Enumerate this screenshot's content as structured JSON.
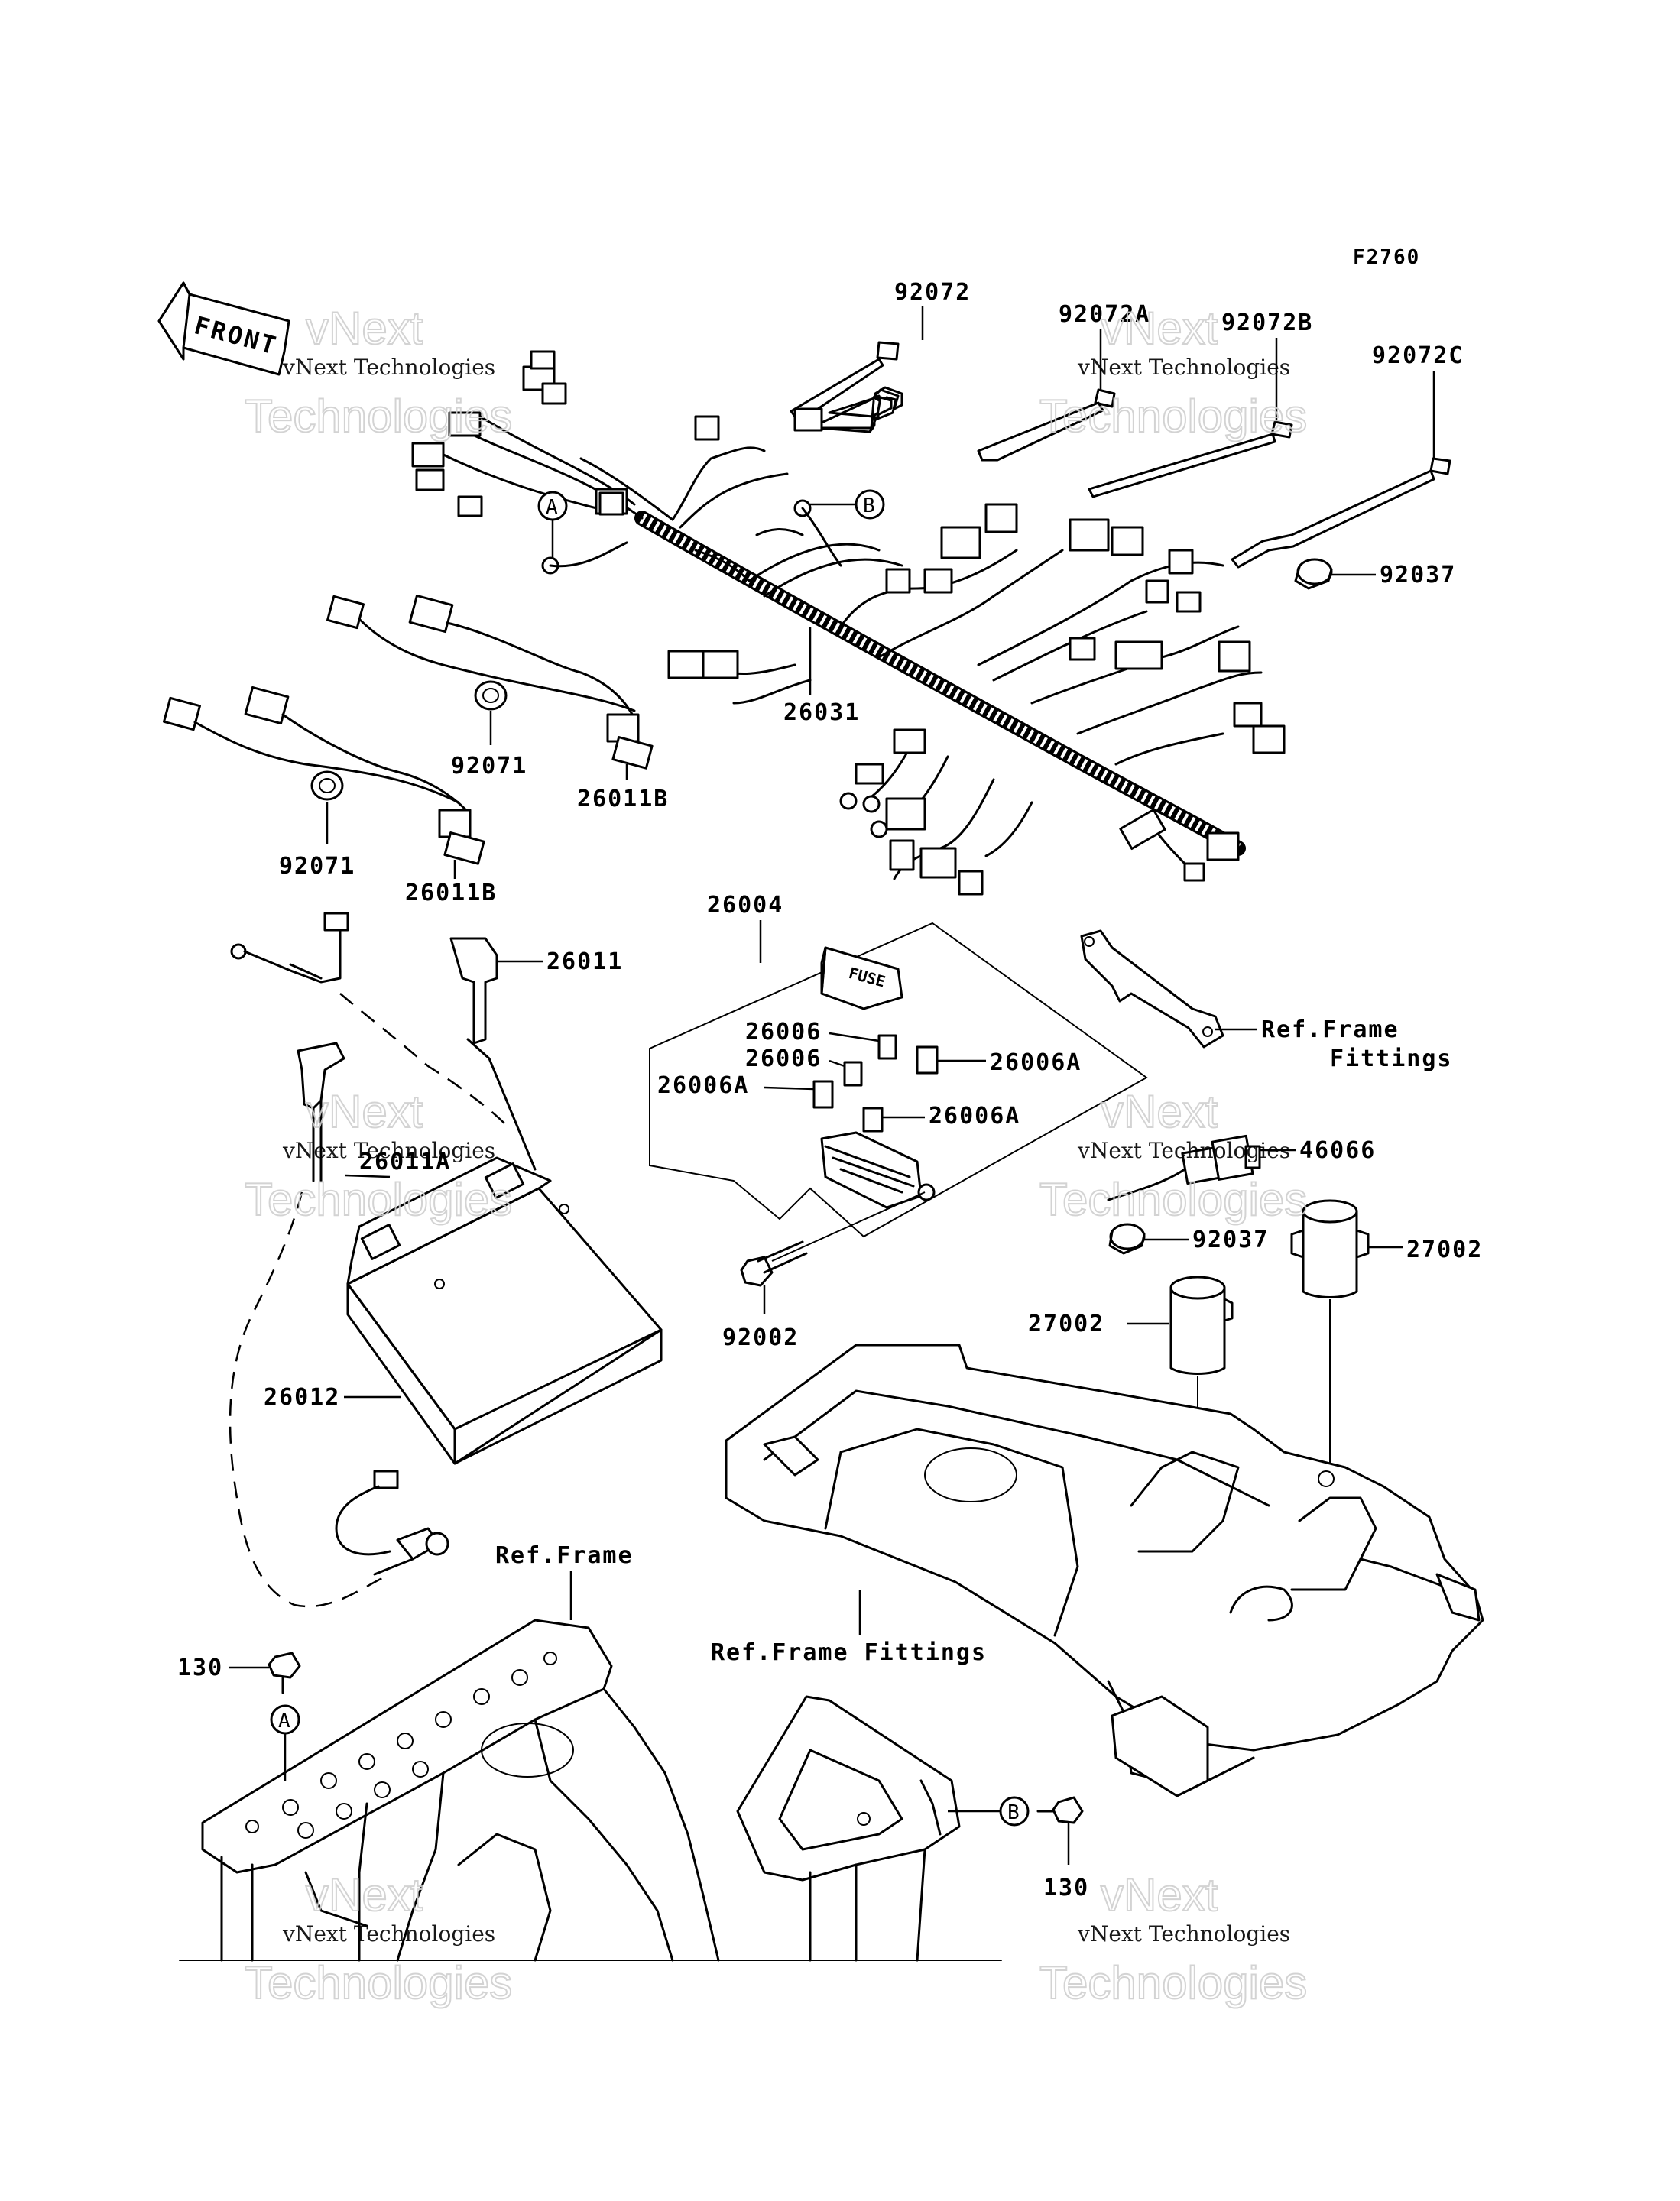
{
  "figure_code": "F2760",
  "front_arrow_label": "FRONT",
  "callouts": {
    "A": "A",
    "B": "B"
  },
  "labels": {
    "p92072": "92072",
    "p92072A": "92072A",
    "p92072B": "92072B",
    "p92072C": "92072C",
    "p92037_top": "92037",
    "p26031": "26031",
    "p92071_a": "92071",
    "p26011B_a": "26011B",
    "p92071_b": "92071",
    "p26011B_b": "26011B",
    "p26004": "26004",
    "p26011": "26011",
    "p26006_a": "26006",
    "p26006_b": "26006",
    "p26006A_a": "26006A",
    "p26006A_b": "26006A",
    "p26006A_c": "26006A",
    "ref_frame_fittings_1": "Ref.Frame",
    "ref_frame_fittings_2": "Fittings",
    "p46066": "46066",
    "p92037_mid": "92037",
    "p27002_a": "27002",
    "p27002_b": "27002",
    "p92002": "92002",
    "p26011A": "26011A",
    "p26012": "26012",
    "ref_frame": "Ref.Frame",
    "ref_frame_fittings_bottom": "Ref.Frame Fittings",
    "p130_a": "130",
    "p130_b": "130"
  },
  "fuse_text": "FUSE",
  "watermark": {
    "line1": "vNext",
    "line2": "vNext Technologies",
    "line3": "Technologies"
  }
}
